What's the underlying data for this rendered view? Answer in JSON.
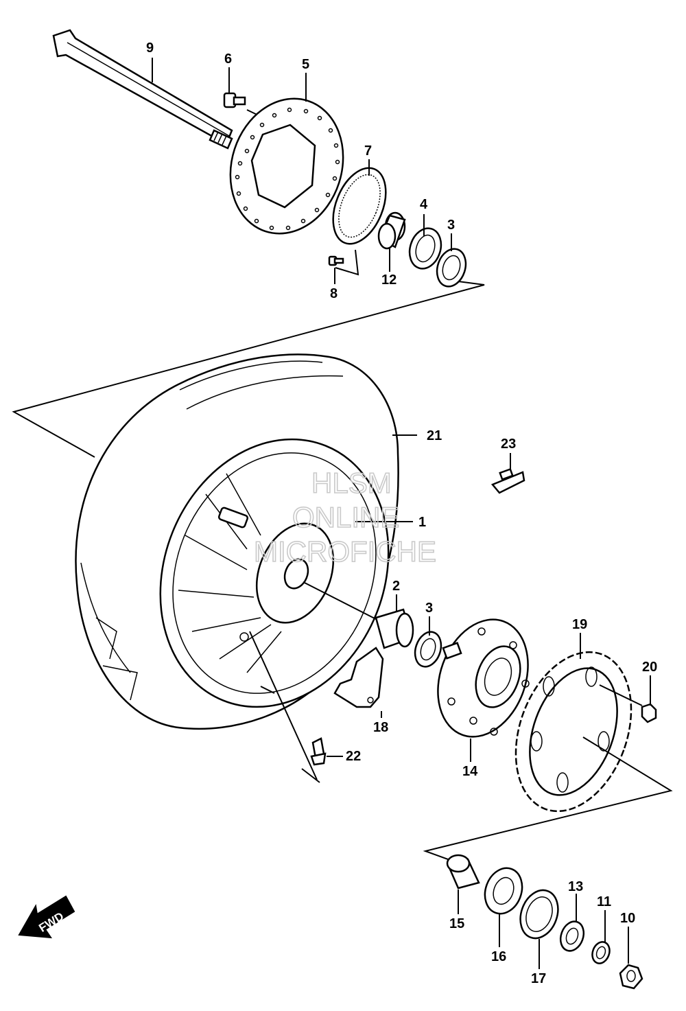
{
  "callouts": {
    "c1": "1",
    "c2": "2",
    "c3a": "3",
    "c3b": "3",
    "c4": "4",
    "c5": "5",
    "c6": "6",
    "c7": "7",
    "c8": "8",
    "c9": "9",
    "c10": "10",
    "c11": "11",
    "c12": "12",
    "c13": "13",
    "c14": "14",
    "c15": "15",
    "c16": "16",
    "c17": "17",
    "c18": "18",
    "c19": "19",
    "c20": "20",
    "c21": "21",
    "c22": "22",
    "c23": "23"
  },
  "watermark": {
    "line1": "HLSM",
    "line2": "ONLINE",
    "line3": "MICROFICHE"
  },
  "direction_label": "FWD",
  "icons": [
    "forward-arrow-icon"
  ]
}
